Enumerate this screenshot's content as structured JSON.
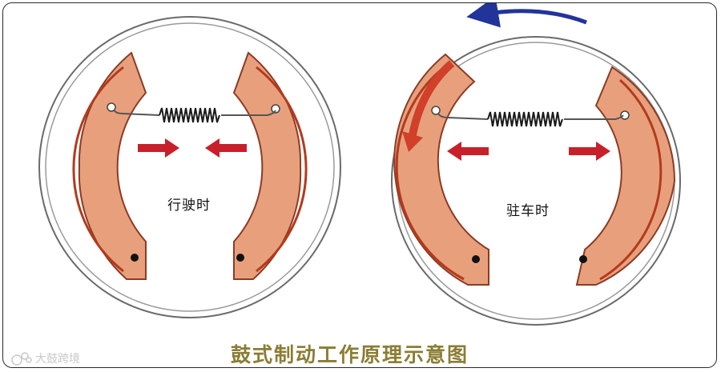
{
  "left_drum": {
    "label": "行驶时"
  },
  "right_drum": {
    "label": "驻车时"
  },
  "caption": "鼓式制动工作原理示意图",
  "watermark": "大鼓跨境",
  "colors": {
    "shoe_fill": "#e8a07c",
    "shoe_stroke": "#8c3b25",
    "lining_line": "#b33a1e",
    "arrow_red": "#c8202a",
    "rotation_arrow": "#22349a",
    "caption": "#8a7d33"
  }
}
